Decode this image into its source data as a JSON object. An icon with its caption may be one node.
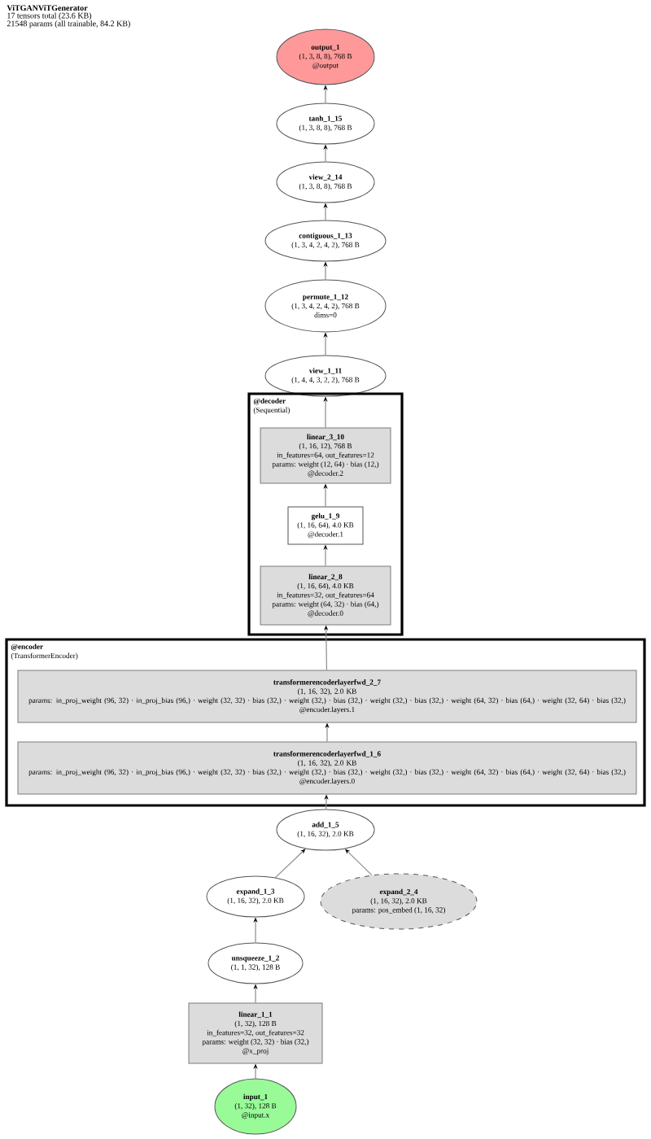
{
  "diagram": {
    "title": "ViTGANViTGenerator",
    "nodes": [
      {
        "text": [
          "output_1",
          "(1, 3, 8, 8), 768 B",
          "@output"
        ]
      },
      {
        "text": [
          "tanh_1_15",
          "(1, 3, 8, 8), 768 B"
        ]
      },
      {
        "text": [
          "view_2_14",
          "(1, 3, 8, 8), 768 B"
        ]
      },
      {
        "text": [
          "contiguous_1_13",
          "(1, 3, 4, 2, 4, 2), 768 B"
        ]
      },
      {
        "text": [
          "permute_1_12",
          "(1, 3, 4, 2, 4, 2), 768 B",
          "dims=0"
        ]
      },
      {
        "text": [
          "view_1_11",
          "(1, 4, 4, 3, 2, 2), 768 B"
        ]
      },
      {
        "text": [
          "@decoder",
          "(Sequential)"
        ]
      },
      {
        "text": [
          "linear_3_10",
          "(1, 16, 12), 768 B",
          "in_features=64, out_features=12",
          "params: weight (12, 64) · bias (12,)",
          "@decoder.2"
        ],
        "in": 6
      },
      {
        "text": [
          "gelu_1_9",
          "(1, 16, 64), 4.0 KB",
          "@decoder.1"
        ],
        "in": 6
      },
      {
        "text": [
          "linear_2_8",
          "(1, 16, 64), 4.0 KB",
          "in_features=32, out_features=64",
          "params: weight (64, 32) · bias (64,)",
          "@decoder.0"
        ],
        "in": 6
      },
      {
        "text": [
          "@encoder",
          "(TransformerEncoder)"
        ]
      },
      {
        "text": [
          "transformerencoderlayerfwd_2_7",
          "(1, 16, 32), 2.0 KB",
          "params: in_proj_weight (96, 32) · in_proj_bias (96,) · weight (32, 32) · bias (32,) · weight (32,) · bias (32,) · weight (32,) · bias (32,) · weight (64, 32) · bias (64,) · weight (32, 64) · bias (32,)",
          "@encoder.layers.1"
        ],
        "in": 10
      },
      {
        "text": [
          "transformerencoderlayerfwd_1_6",
          "(1, 16, 32), 2.0 KB",
          "params: in_proj_weight (96, 32) · in_proj_bias (96,) · weight (32, 32) · bias (32,) · weight (32,) · bias (32,) · weight (32,) · bias (32,) · weight (64, 32) · bias (64,) · weight (32, 64) · bias (32,)",
          "@encoder.layers.0"
        ],
        "in": 10
      },
      {
        "text": [
          "add_1_5",
          "(1, 16, 32), 2.0 KB"
        ]
      },
      {
        "text": [
          "expand_1_3",
          "(1, 16, 32), 2.0 KB"
        ]
      },
      {
        "text": [
          "expand_2_4",
          "(1, 16, 32), 2.0 KB",
          "params: pos_embed (1, 16, 32)"
        ]
      },
      {
        "text": [
          "unsqueeze_1_2",
          "(1, 1, 32), 128 B"
        ]
      },
      {
        "text": [
          "linear_1_1",
          "(1, 32), 128 B",
          "in_features=32, out_features=32",
          "params: weight (32, 32) · bias (32,)",
          "@x_proj"
        ]
      },
      {
        "text": [
          "input_1",
          "(1, 32), 128 B",
          "@input.x"
        ]
      }
    ],
    "edges": [
      {
        "from": 18,
        "to": 17,
        "arrow": "to"
      },
      {
        "from": 17,
        "to": 16,
        "arrow": "to"
      },
      {
        "from": 16,
        "to": 14,
        "arrow": "to"
      },
      {
        "from": 14,
        "to": 13,
        "arrow": "to"
      },
      {
        "from": 15,
        "to": 13,
        "arrow": "to"
      },
      {
        "from": 13,
        "to": 12,
        "arrow": "to"
      },
      {
        "from": 12,
        "to": 11,
        "arrow": "to"
      },
      {
        "from": 11,
        "to": 9,
        "arrow": "to"
      },
      {
        "from": 9,
        "to": 8,
        "arrow": "to"
      },
      {
        "from": 8,
        "to": 7,
        "arrow": "to"
      },
      {
        "from": 7,
        "to": 5,
        "arrow": "to"
      },
      {
        "from": 5,
        "to": 4,
        "arrow": "to"
      },
      {
        "from": 4,
        "to": 3,
        "arrow": "to"
      },
      {
        "from": 3,
        "to": 2,
        "arrow": "to"
      },
      {
        "from": 2,
        "to": 1,
        "arrow": "to"
      },
      {
        "from": 1,
        "to": 0,
        "arrow": "to"
      }
    ],
    "labels": [
      "17 tensors total (23.6 KB)",
      "21548 params (all trainable, 84.2 KB)"
    ]
  }
}
